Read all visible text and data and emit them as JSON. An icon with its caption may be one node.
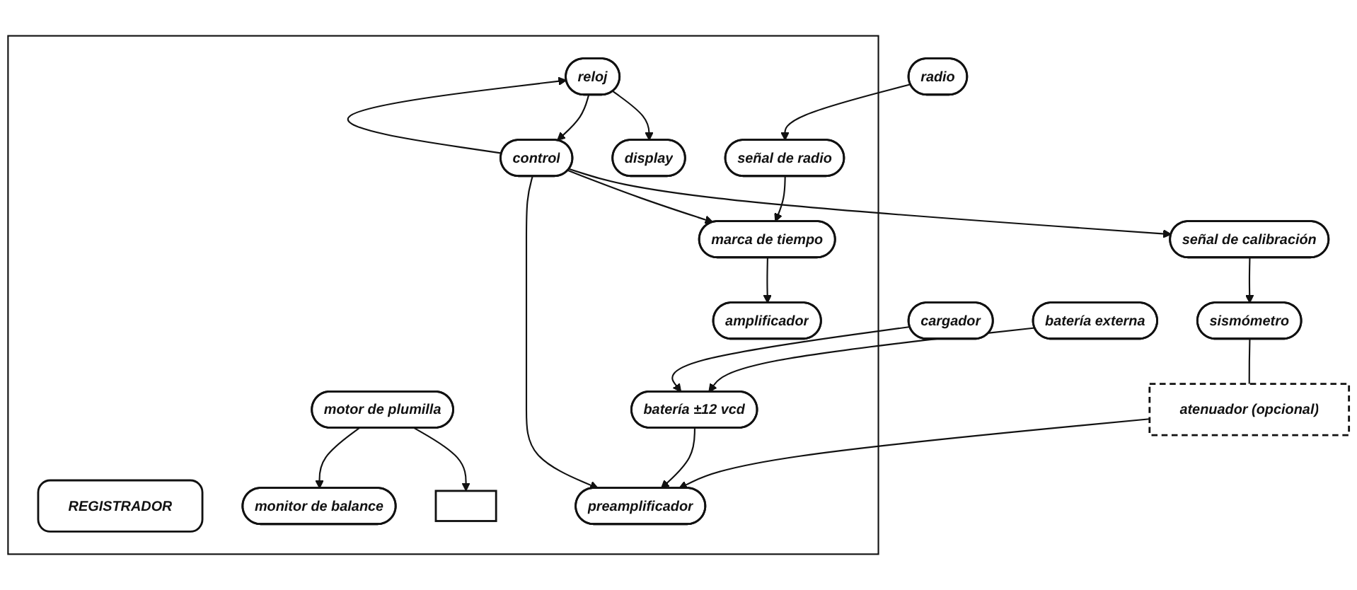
{
  "diagram": {
    "nodes": [
      {
        "text": [
          "radio"
        ]
      },
      {
        "text": [],
        "shape": "box"
      },
      {
        "text": [
          "display"
        ],
        "in": 1
      },
      {
        "text": [
          "reloj"
        ],
        "in": 1
      },
      {
        "text": [
          "señal de radio"
        ],
        "in": 1
      },
      {
        "text": [
          "señal de calibración"
        ]
      },
      {
        "text": [
          "control"
        ],
        "in": 1
      },
      {
        "text": [
          "marca de tiempo"
        ],
        "in": 1
      },
      {
        "text": [
          "REGISTRADOR"
        ],
        "in": 1
      },
      {
        "text": [
          "sismómetro"
        ]
      },
      {
        "text": [
          "atenuador (opcional)"
        ]
      },
      {
        "text": [
          "preamplificador"
        ],
        "in": 1
      },
      {
        "text": [
          "amplificador"
        ],
        "in": 1
      },
      {
        "text": [
          "motor de plumilla"
        ],
        "in": 1
      },
      {
        "text": [],
        "shape": "box",
        "in": 1
      },
      {
        "text": [
          "batería ±12 vcd"
        ],
        "in": 1
      },
      {
        "text": [
          "monitor de balance"
        ],
        "in": 1
      },
      {
        "text": [
          "cargador"
        ]
      },
      {
        "text": [
          "batería externa"
        ]
      }
    ],
    "edges": [
      {
        "from": 0,
        "to": 4,
        "arrow": "to"
      },
      {
        "from": 3,
        "to": 2,
        "arrow": "to"
      },
      {
        "from": 6,
        "to": 3,
        "arrow": "to"
      },
      {
        "from": 3,
        "to": 6,
        "arrow": "to"
      },
      {
        "from": 6,
        "to": 5,
        "arrow": "to"
      },
      {
        "from": 6,
        "to": 7,
        "arrow": "to"
      },
      {
        "from": 4,
        "to": 7,
        "arrow": "to"
      },
      {
        "from": 5,
        "to": 9,
        "arrow": "to"
      },
      {
        "from": 6,
        "to": 11,
        "arrow": "to"
      },
      {
        "from": 7,
        "to": 12,
        "arrow": "to"
      },
      {
        "from": 9,
        "to": 10,
        "arrow": "none"
      },
      {
        "from": 10,
        "to": 11,
        "arrow": "to"
      },
      {
        "from": 15,
        "to": 11,
        "arrow": "to"
      },
      {
        "from": 13,
        "to": 14,
        "arrow": "to"
      },
      {
        "from": 13,
        "to": 16,
        "arrow": "to"
      },
      {
        "from": 17,
        "to": 15,
        "arrow": "to"
      },
      {
        "from": 18,
        "to": 15,
        "arrow": "to"
      }
    ]
  }
}
